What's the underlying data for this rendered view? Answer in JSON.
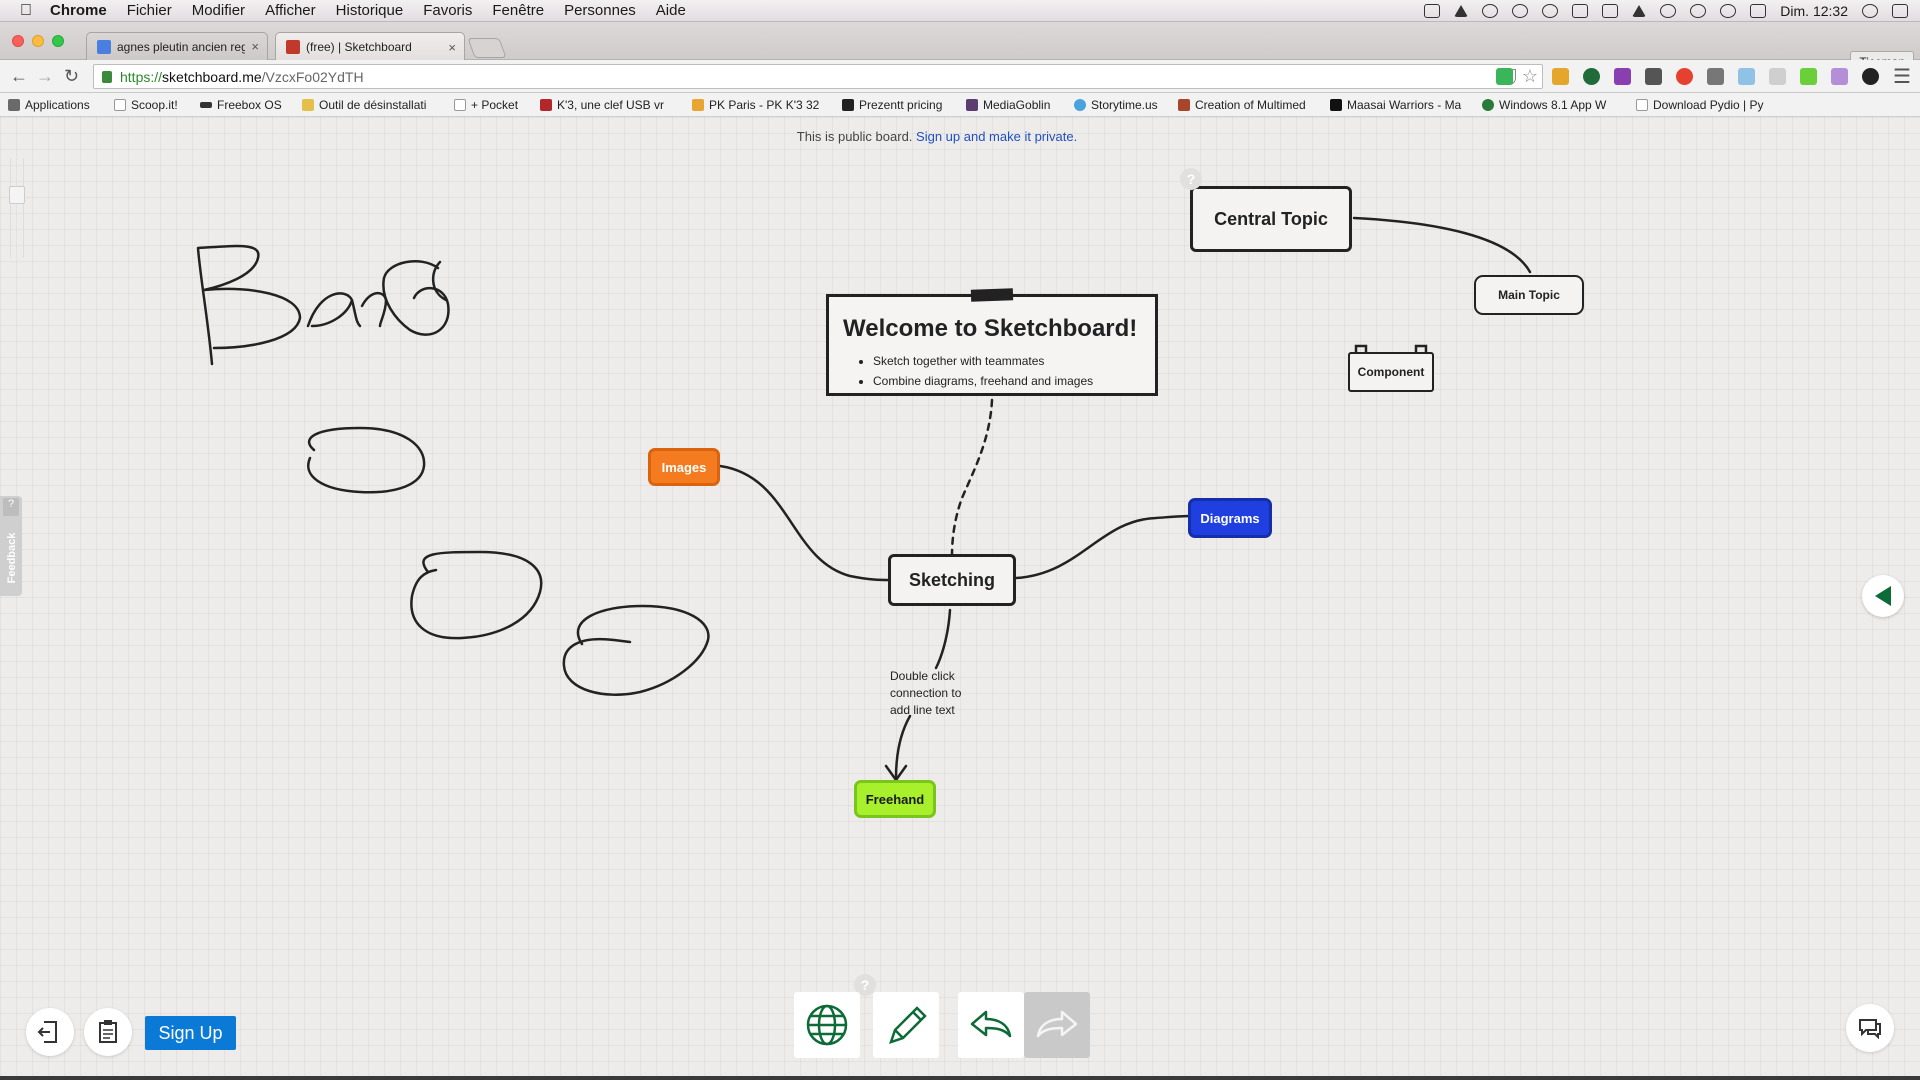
{
  "menubar": {
    "app": "Chrome",
    "items": [
      "Fichier",
      "Modifier",
      "Afficher",
      "Historique",
      "Favoris",
      "Fenêtre",
      "Personnes",
      "Aide"
    ],
    "clock": "Dim. 12:32"
  },
  "tabs": [
    {
      "title": "agnes pleutin ancien regim",
      "close": "×",
      "favicon_color": "#4a7fe0",
      "active": false
    },
    {
      "title": "(free) | Sketchboard",
      "close": "×",
      "favicon_color": "#c0392b",
      "active": true
    }
  ],
  "profile": "Ticeman",
  "address": {
    "scheme": "https://",
    "host": "sketchboard.me",
    "path": "/VzcxFo02YdTH"
  },
  "bookmarks": [
    {
      "label": "Applications",
      "icon_color": "#6a6a6a"
    },
    {
      "label": "Scoop.it!",
      "icon_color": "#ffffff"
    },
    {
      "label": "Freebox OS",
      "icon_color": "#333333"
    },
    {
      "label": "Outil de désinstallati",
      "icon_color": "#e4c04a"
    },
    {
      "label": "+ Pocket",
      "icon_color": "#ffffff"
    },
    {
      "label": "K'3, une clef USB vr",
      "icon_color": "#b3262a"
    },
    {
      "label": "PK Paris - PK K'3 32",
      "icon_color": "#e8a530"
    },
    {
      "label": "Prezentt pricing",
      "icon_color": "#222222"
    },
    {
      "label": "MediaGoblin",
      "icon_color": "#5b3d70"
    },
    {
      "label": "Storytime.us",
      "icon_color": "#4aa3df"
    },
    {
      "label": "Creation of Multimed",
      "icon_color": "#a8452c"
    },
    {
      "label": "Maasai Warriors - Ma",
      "icon_color": "#111111"
    },
    {
      "label": "Windows 8.1 App W",
      "icon_color": "#2b7a3a"
    },
    {
      "label": "Download Pydio | Py",
      "icon_color": "#ffffff"
    }
  ],
  "board": {
    "notice_text": "This is public board.",
    "notice_link": "Sign up and make it private.",
    "feedback_label": "Feedback",
    "feedback_q": "?",
    "help_q": "?",
    "welcome": {
      "title": "Welcome to Sketchboard!",
      "bullets": [
        "Sketch together with teammates",
        "Combine diagrams, freehand and images"
      ]
    },
    "nodes": {
      "central_topic": "Central Topic",
      "main_topic": "Main Topic",
      "component": "Component",
      "images": "Images",
      "diagrams": "Diagrams",
      "sketching": "Sketching",
      "freehand": "Freehand"
    },
    "connection_text": "Double click connection to add line text",
    "colors": {
      "images": "#f47b20",
      "diagrams": "#1f3fe0",
      "freehand": "#a8ef2c",
      "ink": "#222222",
      "accent": "#0c6b36",
      "signup": "#0a7ad6"
    }
  },
  "bottom": {
    "signup_label": "Sign Up",
    "icons": [
      "exit-icon",
      "clipboard-icon",
      "globe-icon",
      "pencil-icon",
      "undo-icon",
      "redo-icon",
      "chat-icon"
    ]
  }
}
